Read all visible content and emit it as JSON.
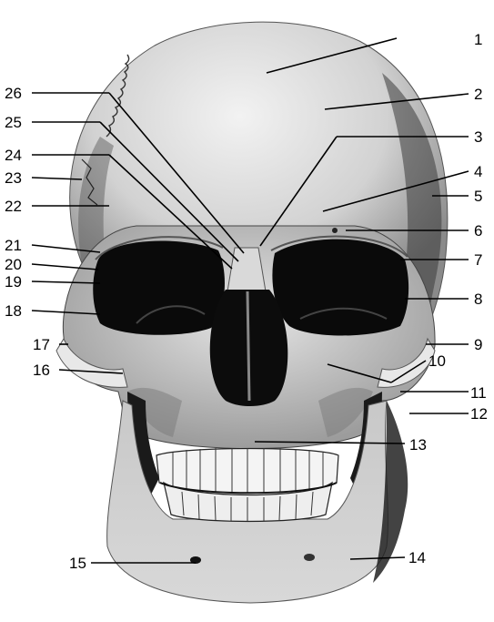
{
  "figure": {
    "subject": "Human skull, anterior view",
    "labels": [
      "1",
      "2",
      "3",
      "4",
      "5",
      "6",
      "7",
      "8",
      "9",
      "10",
      "11",
      "12",
      "13",
      "14",
      "15",
      "16",
      "17",
      "18",
      "19",
      "20",
      "21",
      "22",
      "23",
      "24",
      "25",
      "26"
    ]
  }
}
